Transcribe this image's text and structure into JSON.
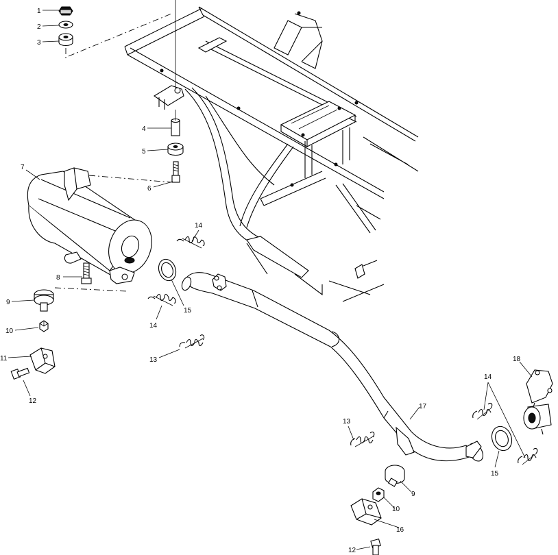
{
  "callouts": [
    {
      "id": "c1",
      "text": "1"
    },
    {
      "id": "c2",
      "text": "2"
    },
    {
      "id": "c3",
      "text": "3"
    },
    {
      "id": "c4",
      "text": "4"
    },
    {
      "id": "c5",
      "text": "5"
    },
    {
      "id": "c6",
      "text": "6"
    },
    {
      "id": "c7",
      "text": "7"
    },
    {
      "id": "c8",
      "text": "8"
    },
    {
      "id": "c9a",
      "text": "9"
    },
    {
      "id": "c10a",
      "text": "10"
    },
    {
      "id": "c11",
      "text": "11"
    },
    {
      "id": "c12a",
      "text": "12"
    },
    {
      "id": "c13a",
      "text": "13"
    },
    {
      "id": "c14a",
      "text": "14"
    },
    {
      "id": "c14b",
      "text": "14"
    },
    {
      "id": "c15a",
      "text": "15"
    },
    {
      "id": "c13b",
      "text": "13"
    },
    {
      "id": "c17",
      "text": "17"
    },
    {
      "id": "c14c",
      "text": "14"
    },
    {
      "id": "c18",
      "text": "18"
    },
    {
      "id": "c15b",
      "text": "15"
    },
    {
      "id": "c9b",
      "text": "9"
    },
    {
      "id": "c10b",
      "text": "10"
    },
    {
      "id": "c16",
      "text": "16"
    },
    {
      "id": "c12b",
      "text": "12"
    }
  ]
}
